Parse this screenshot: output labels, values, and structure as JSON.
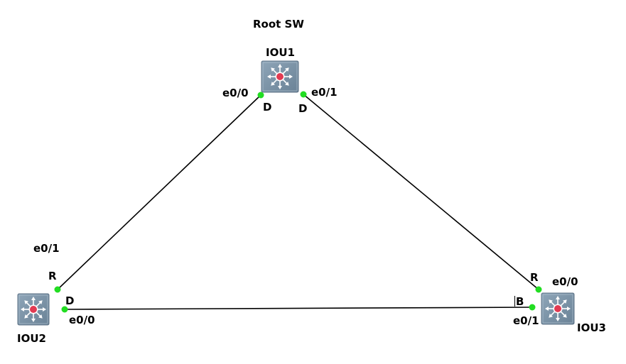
{
  "annotation": {
    "root_label": "Root SW"
  },
  "colors": {
    "link": "#000000",
    "port_dot": "#22dd22",
    "switch_body": "#7c95ab",
    "switch_center": "#e23a52",
    "switch_arrows": "#ffffff"
  },
  "devices": [
    {
      "id": "iou1",
      "name": "IOU1",
      "icon": "switch-icon"
    },
    {
      "id": "iou2",
      "name": "IOU2",
      "icon": "switch-icon"
    },
    {
      "id": "iou3",
      "name": "IOU3",
      "icon": "switch-icon"
    }
  ],
  "links": [
    {
      "id": "iou1-iou2",
      "a": {
        "device": "IOU1",
        "port": "e0/0",
        "role": "D"
      },
      "b": {
        "device": "IOU2",
        "port": "e0/1",
        "role": "R"
      }
    },
    {
      "id": "iou1-iou3",
      "a": {
        "device": "IOU1",
        "port": "e0/1",
        "role": "D"
      },
      "b": {
        "device": "IOU3",
        "port": "e0/0",
        "role": "R"
      }
    },
    {
      "id": "iou2-iou3",
      "a": {
        "device": "IOU2",
        "port": "e0/0",
        "role": "D"
      },
      "b": {
        "device": "IOU3",
        "port": "e0/1",
        "role": "B"
      }
    }
  ]
}
